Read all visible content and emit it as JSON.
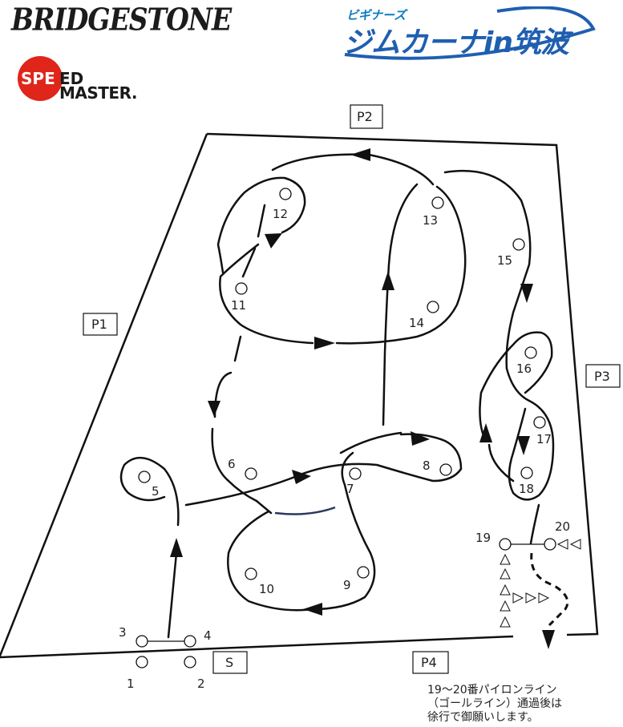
{
  "logos": {
    "bridgestone": "BRIDGESTONE",
    "event_sub": "ビギナーズ",
    "event_main": "ジムカーナin筑波",
    "speedmaster_red": "SPE",
    "speedmaster_line1": "ED",
    "speedmaster_line2": "MASTER."
  },
  "course": {
    "post_labels": [
      "P1",
      "P2",
      "P3",
      "P4"
    ],
    "start_label": "S",
    "pylons": [
      "1",
      "2",
      "3",
      "4",
      "5",
      "6",
      "7",
      "8",
      "9",
      "10",
      "11",
      "12",
      "13",
      "14",
      "15",
      "16",
      "17",
      "18",
      "19",
      "20"
    ]
  },
  "note": {
    "line1": "19～20番パイロンライン",
    "line2": "（ゴールライン）通過後は",
    "line3": "徐行で御願いします。"
  },
  "colors": {
    "line": "#111111",
    "blue_line": "#2b3a5c",
    "brand_blue": "#1f5fb0",
    "brand_red": "#e0251b"
  }
}
